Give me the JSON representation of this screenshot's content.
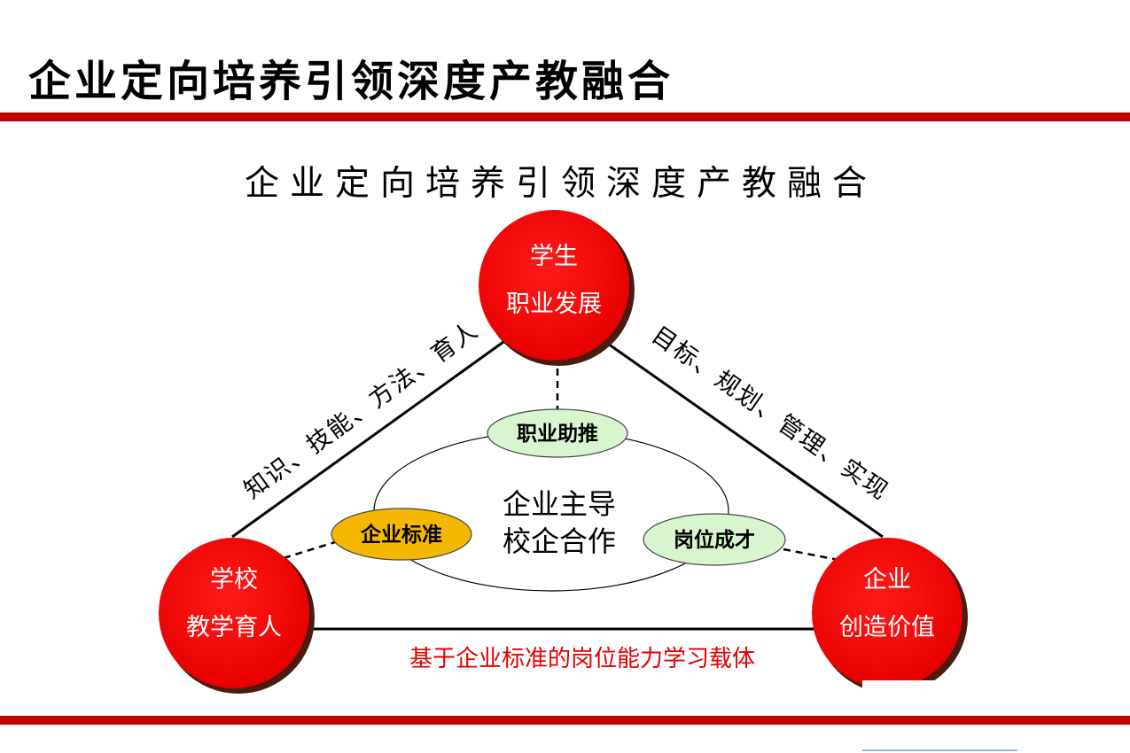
{
  "title": "企业定向培养引领深度产教融合",
  "subtitle": "企业定向培养引领深度产教融合",
  "nodes": {
    "student": {
      "line1": "学生",
      "line2": "职业发展"
    },
    "school": {
      "line1": "学校",
      "line2": "教学育人"
    },
    "enterprise": {
      "line1": "企业",
      "line2": "创造价值"
    }
  },
  "edges": {
    "left": "知识、技能、方法、育人",
    "right": "目标、规划、管理、实现",
    "bottom": "基于企业标准的岗位能力学习载体"
  },
  "pills": {
    "top": "职业助推",
    "left": "企业标准",
    "right": "岗位成才"
  },
  "center": {
    "line1": "企业主导",
    "line2": "校企合作"
  },
  "colors": {
    "accent_red": "#c00000",
    "node_red": "#ff0000",
    "node_shadow": "#4a1c10",
    "pill_green": "#d8f5d0",
    "pill_orange": "#f5b800",
    "label_red": "#e00000"
  }
}
